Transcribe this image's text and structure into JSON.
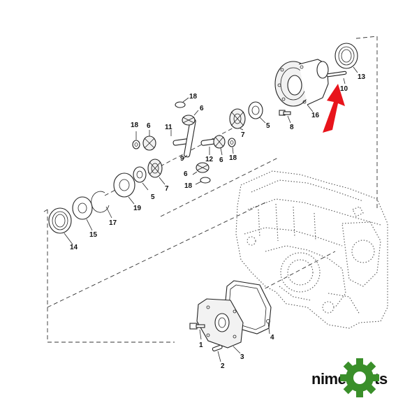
{
  "parts": [
    {
      "id": "p1",
      "label": "1"
    },
    {
      "id": "p2",
      "label": "2"
    },
    {
      "id": "p3",
      "label": "3"
    },
    {
      "id": "p4",
      "label": "4"
    },
    {
      "id": "p5a",
      "label": "5"
    },
    {
      "id": "p5b",
      "label": "5"
    },
    {
      "id": "p6a",
      "label": "6"
    },
    {
      "id": "p6b",
      "label": "6"
    },
    {
      "id": "p6c",
      "label": "6"
    },
    {
      "id": "p6d",
      "label": "6"
    },
    {
      "id": "p7a",
      "label": "7"
    },
    {
      "id": "p7b",
      "label": "7"
    },
    {
      "id": "p8",
      "label": "8"
    },
    {
      "id": "p9",
      "label": "9"
    },
    {
      "id": "p10",
      "label": "10"
    },
    {
      "id": "p11",
      "label": "11"
    },
    {
      "id": "p12",
      "label": "12"
    },
    {
      "id": "p13",
      "label": "13"
    },
    {
      "id": "p14",
      "label": "14"
    },
    {
      "id": "p15",
      "label": "15"
    },
    {
      "id": "p16",
      "label": "16"
    },
    {
      "id": "p17",
      "label": "17"
    },
    {
      "id": "p18a",
      "label": "18"
    },
    {
      "id": "p18b",
      "label": "18"
    },
    {
      "id": "p18c",
      "label": "18"
    },
    {
      "id": "p18d",
      "label": "18"
    },
    {
      "id": "p19",
      "label": "19"
    }
  ],
  "brand": {
    "name": "nimerparts",
    "gear_color": "#3a8f2a",
    "text_color": "#111111"
  },
  "callout_arrow": {
    "color": "#e8141b",
    "points_to": "10"
  }
}
